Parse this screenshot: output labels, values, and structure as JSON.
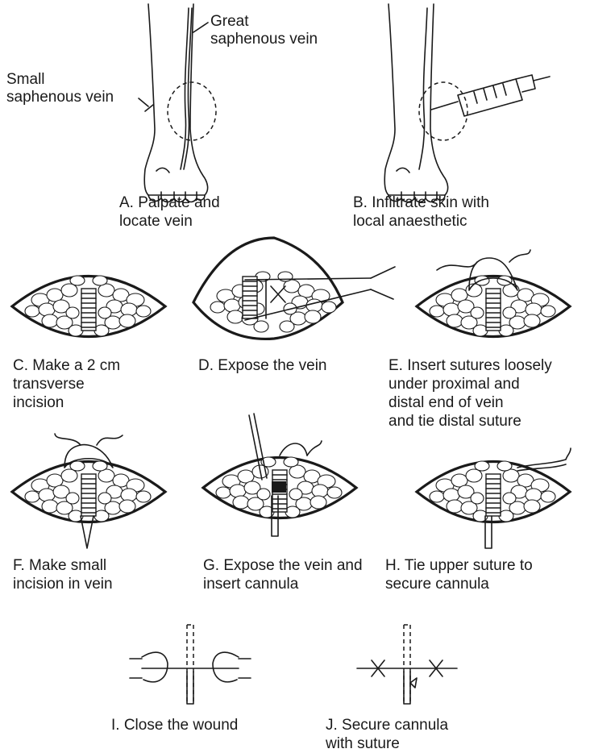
{
  "labels": {
    "great_saphenous": "Great\nsaphenous vein",
    "small_saphenous": "Small\nsaphenous vein"
  },
  "captions": {
    "A": "A. Palpate and\n     locate vein",
    "B": "B. Infiltrate skin with\n     local anaesthetic",
    "C": "C. Make a 2 cm\n     transverse\n     incision",
    "D": "D. Expose the vein",
    "E": "E. Insert sutures loosely\n     under proximal and\n     distal end of vein\n     and tie distal suture",
    "F": "F. Make small\n     incision in vein",
    "G": "G. Expose the vein and\n     insert cannula",
    "H": "H. Tie upper suture to\n     secure cannula",
    "I": "I. Close the wound",
    "J": "J. Secure cannula\n     with suture"
  }
}
